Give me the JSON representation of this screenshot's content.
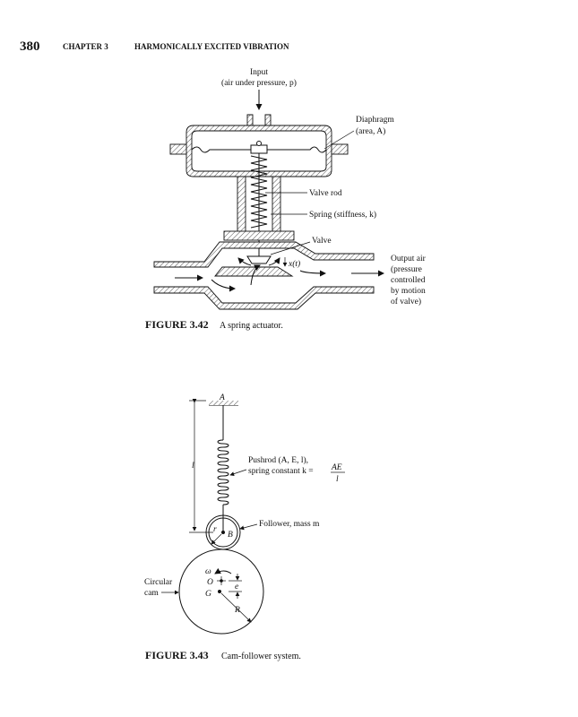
{
  "header": {
    "page_number": "380",
    "chapter": "CHAPTER 3",
    "chapter_title": "HARMONICALLY EXCITED VIBRATION"
  },
  "figure_3_42": {
    "input_line1": "Input",
    "input_line2": "(air under pressure, p)",
    "diaphragm_line1": "Diaphragm",
    "diaphragm_line2": "(area, A)",
    "valve_rod": "Valve rod",
    "spring": "Spring (stiffness, k)",
    "valve": "Valve",
    "displacement": "x(t)",
    "output_lines": [
      "Output air",
      "(pressure",
      "controlled",
      "by motion",
      "of valve)"
    ],
    "caption_number": "FIGURE 3.42",
    "caption_text": "A spring actuator."
  },
  "figure_3_43": {
    "support_label": "A",
    "length_label": "l",
    "pushrod_line1": "Pushrod (A, E, l),",
    "pushrod_line2": "spring constant k =",
    "fraction_num": "AE",
    "fraction_den": "l",
    "follower": "Follower, mass m",
    "radius_small": "r",
    "point_b": "B",
    "omega": "ω",
    "point_o": "O",
    "point_g": "G",
    "eccentricity": "e",
    "radius_large": "R",
    "cam_line1": "Circular",
    "cam_line2": "cam",
    "caption_number": "FIGURE 3.43",
    "caption_text": "Cam-follower system."
  }
}
